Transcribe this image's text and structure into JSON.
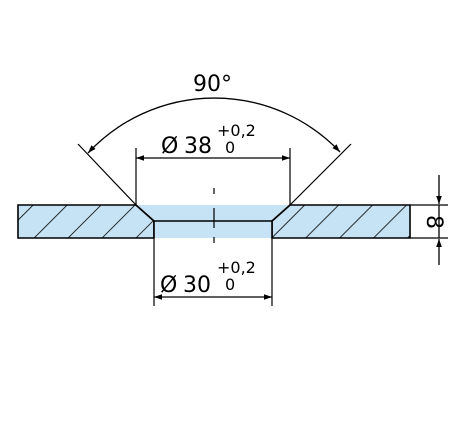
{
  "drawing": {
    "angle_label": "90°",
    "countersink": {
      "diameter_symbol": "Ø",
      "diameter_value": "38",
      "tolerance_upper": "+0,2",
      "tolerance_lower": "0"
    },
    "bore": {
      "diameter_symbol": "Ø",
      "diameter_value": "30",
      "tolerance_upper": "+0,2",
      "tolerance_lower": "0"
    },
    "thickness_label": "8"
  },
  "colors": {
    "section_fill": "#c5e3f4",
    "line": "#000000",
    "background": "#ffffff"
  }
}
